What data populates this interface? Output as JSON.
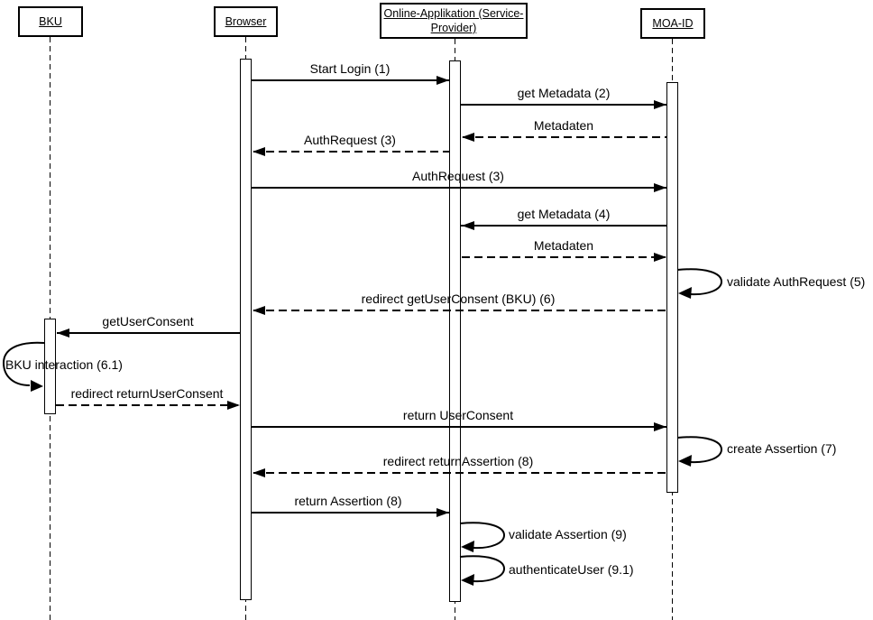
{
  "diagram": {
    "type": "uml-sequence-diagram",
    "colors": {
      "line": "#000000",
      "background": "#ffffff",
      "text": "#000000"
    },
    "actors": [
      {
        "name": "BKU"
      },
      {
        "name": "Browser"
      },
      {
        "name": "Online-Applikation (Service-Provider)"
      },
      {
        "name": "MOA-ID"
      }
    ],
    "messages": [
      {
        "label": "Start Login (1)",
        "from": "Browser",
        "to": "Online-Applikation (Service-Provider)",
        "line": "solid"
      },
      {
        "label": "get Metadata (2)",
        "from": "Online-Applikation (Service-Provider)",
        "to": "MOA-ID",
        "line": "solid"
      },
      {
        "label": "Metadaten",
        "from": "MOA-ID",
        "to": "Online-Applikation (Service-Provider)",
        "line": "dashed"
      },
      {
        "label": "AuthRequest (3)",
        "from": "Online-Applikation (Service-Provider)",
        "to": "Browser",
        "line": "dashed"
      },
      {
        "label": "AuthRequest (3)",
        "from": "Browser",
        "to": "MOA-ID",
        "line": "solid"
      },
      {
        "label": "get Metadata (4)",
        "from": "MOA-ID",
        "to": "Online-Applikation (Service-Provider)",
        "line": "solid"
      },
      {
        "label": "Metadaten",
        "from": "Online-Applikation (Service-Provider)",
        "to": "MOA-ID",
        "line": "dashed"
      },
      {
        "label": "validate AuthRequest (5)",
        "actor": "MOA-ID",
        "line": "self"
      },
      {
        "label": "redirect getUserConsent (BKU) (6)",
        "from": "MOA-ID",
        "to": "Browser",
        "line": "dashed"
      },
      {
        "label": "getUserConsent",
        "from": "Browser",
        "to": "BKU",
        "line": "solid"
      },
      {
        "label": "BKU interaction (6.1)",
        "actor": "BKU",
        "line": "self"
      },
      {
        "label": "redirect returnUserConsent",
        "from": "BKU",
        "to": "Browser",
        "line": "dashed"
      },
      {
        "label": "return UserConsent",
        "from": "Browser",
        "to": "MOA-ID",
        "line": "solid"
      },
      {
        "label": "create Assertion (7)",
        "actor": "MOA-ID",
        "line": "self"
      },
      {
        "label": "redirect returnAssertion (8)",
        "from": "MOA-ID",
        "to": "Browser",
        "line": "dashed"
      },
      {
        "label": "return Assertion (8)",
        "from": "Browser",
        "to": "Online-Applikation (Service-Provider)",
        "line": "solid"
      },
      {
        "label": "validate Assertion (9)",
        "actor": "Online-Applikation (Service-Provider)",
        "line": "self"
      },
      {
        "label": "authenticateUser (9.1)",
        "actor": "Online-Applikation (Service-Provider)",
        "line": "self"
      }
    ]
  }
}
